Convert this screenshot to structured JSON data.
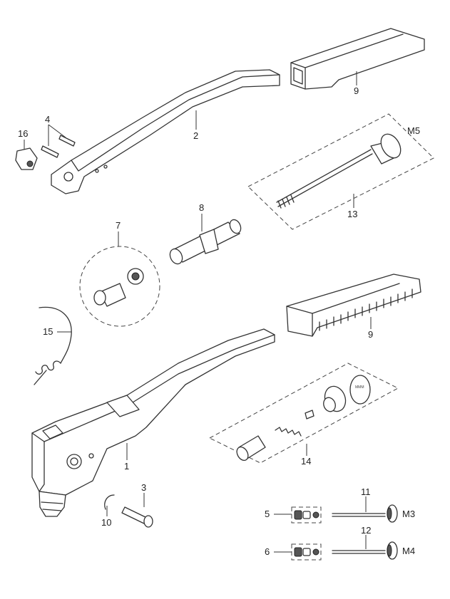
{
  "callouts": {
    "c1": "1",
    "c2": "2",
    "c3": "3",
    "c4": "4",
    "c5": "5",
    "c6": "6",
    "c7": "7",
    "c8": "8",
    "c9a": "9",
    "c9b": "9",
    "c10": "10",
    "c11": "11",
    "c12": "12",
    "c13": "13",
    "c14": "14",
    "c15": "15",
    "c16": "16"
  },
  "sizes": {
    "m5": "M5",
    "m3": "M3",
    "m4": "M4"
  }
}
